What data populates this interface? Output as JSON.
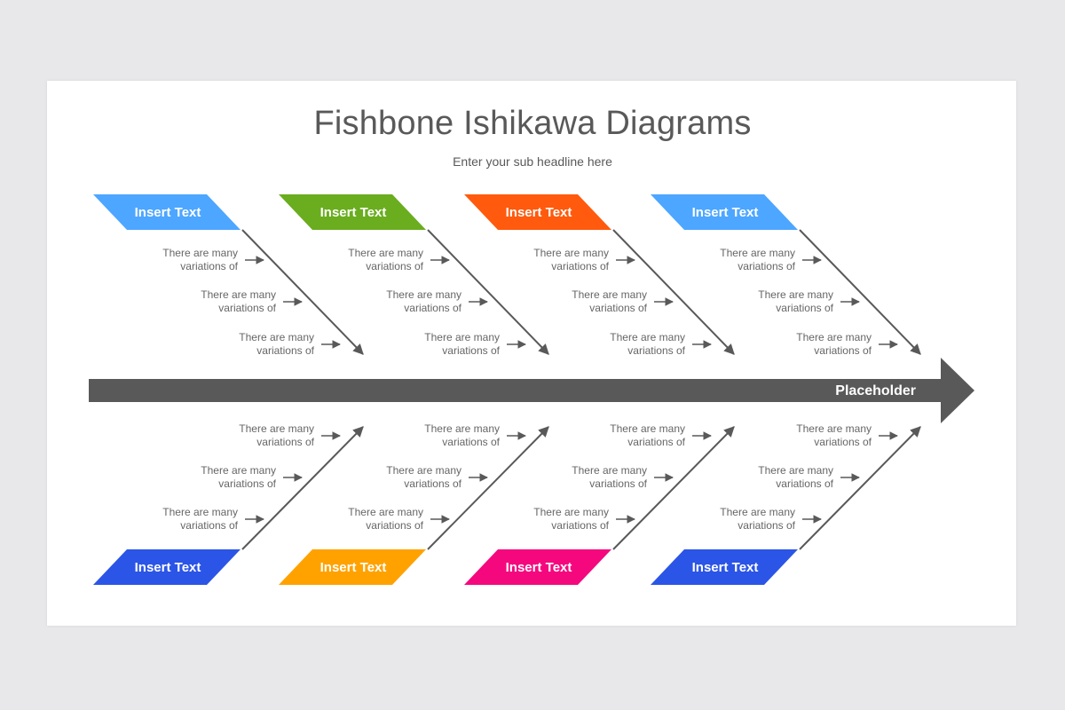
{
  "title": "Fishbone Ishikawa Diagrams",
  "subtitle": "Enter your sub headline here",
  "spine_label": "Placeholder",
  "colors": {
    "spine": "#595959",
    "bone": "#595959",
    "text": "#666666"
  },
  "top_categories": [
    {
      "label": "Insert Text",
      "color": "#4da6ff",
      "notes": [
        [
          "There are many",
          "variations of"
        ],
        [
          "There are many",
          "variations of"
        ],
        [
          "There are many",
          "variations of"
        ]
      ]
    },
    {
      "label": "Insert Text",
      "color": "#6aad1f",
      "notes": [
        [
          "There are many",
          "variations of"
        ],
        [
          "There are many",
          "variations of"
        ],
        [
          "There are many",
          "variations of"
        ]
      ]
    },
    {
      "label": "Insert Text",
      "color": "#ff5a0d",
      "notes": [
        [
          "There are many",
          "variations of"
        ],
        [
          "There are many",
          "variations of"
        ],
        [
          "There are many",
          "variations of"
        ]
      ]
    },
    {
      "label": "Insert Text",
      "color": "#4da6ff",
      "notes": [
        [
          "There are many",
          "variations of"
        ],
        [
          "There are many",
          "variations of"
        ],
        [
          "There are many",
          "variations of"
        ]
      ]
    }
  ],
  "bottom_categories": [
    {
      "label": "Insert Text",
      "color": "#2b55e6",
      "notes": [
        [
          "There are many",
          "variations of"
        ],
        [
          "There are many",
          "variations of"
        ],
        [
          "There are many",
          "variations of"
        ]
      ]
    },
    {
      "label": "Insert Text",
      "color": "#ffa200",
      "notes": [
        [
          "There are many",
          "variations of"
        ],
        [
          "There are many",
          "variations of"
        ],
        [
          "There are many",
          "variations of"
        ]
      ]
    },
    {
      "label": "Insert Text",
      "color": "#f5087e",
      "notes": [
        [
          "There are many",
          "variations of"
        ],
        [
          "There are many",
          "variations of"
        ],
        [
          "There are many",
          "variations of"
        ]
      ]
    },
    {
      "label": "Insert Text",
      "color": "#2b55e6",
      "notes": [
        [
          "There are many",
          "variations of"
        ],
        [
          "There are many",
          "variations of"
        ],
        [
          "There are many",
          "variations of"
        ]
      ]
    }
  ]
}
